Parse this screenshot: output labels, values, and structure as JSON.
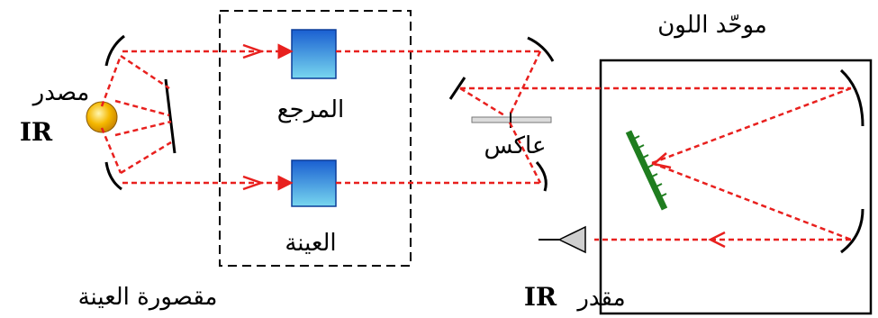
{
  "labels": {
    "source_text": "مصدر",
    "source_code": "IR",
    "reference": "المرجع",
    "sample": "العينة",
    "mirror": "عاكس",
    "monochromator": "موحّد اللون",
    "sample_compartment": "مقصورة العينة",
    "detector_text": "مقدر",
    "detector_code": "IR"
  },
  "colors": {
    "beam": "#e8201e",
    "grating": "#1f7d1f",
    "source_fill": "#f5b800",
    "cell_top": "#1a5fd1",
    "cell_bottom": "#78d7ef"
  }
}
